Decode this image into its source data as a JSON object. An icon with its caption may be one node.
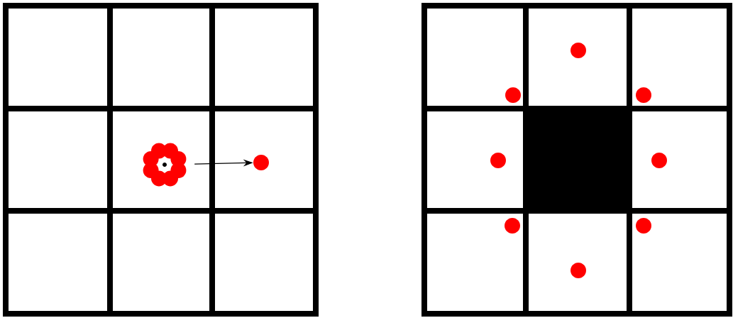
{
  "diagram": {
    "nodes": [
      {
        "text": [],
        "shape": "circle"
      },
      {
        "text": [],
        "shape": "circle"
      },
      {
        "text": [],
        "shape": "circle"
      },
      {
        "text": [],
        "shape": "circle"
      },
      {
        "text": [],
        "shape": "circle"
      },
      {
        "text": [],
        "shape": "circle"
      },
      {
        "text": [],
        "shape": "circle"
      },
      {
        "text": [],
        "shape": "circle"
      },
      {
        "text": [],
        "shape": "circle"
      },
      {
        "text": [],
        "shape": "circle"
      }
    ],
    "edges": [
      {
        "from": 0,
        "to": 1,
        "arrow": "to"
      }
    ]
  }
}
